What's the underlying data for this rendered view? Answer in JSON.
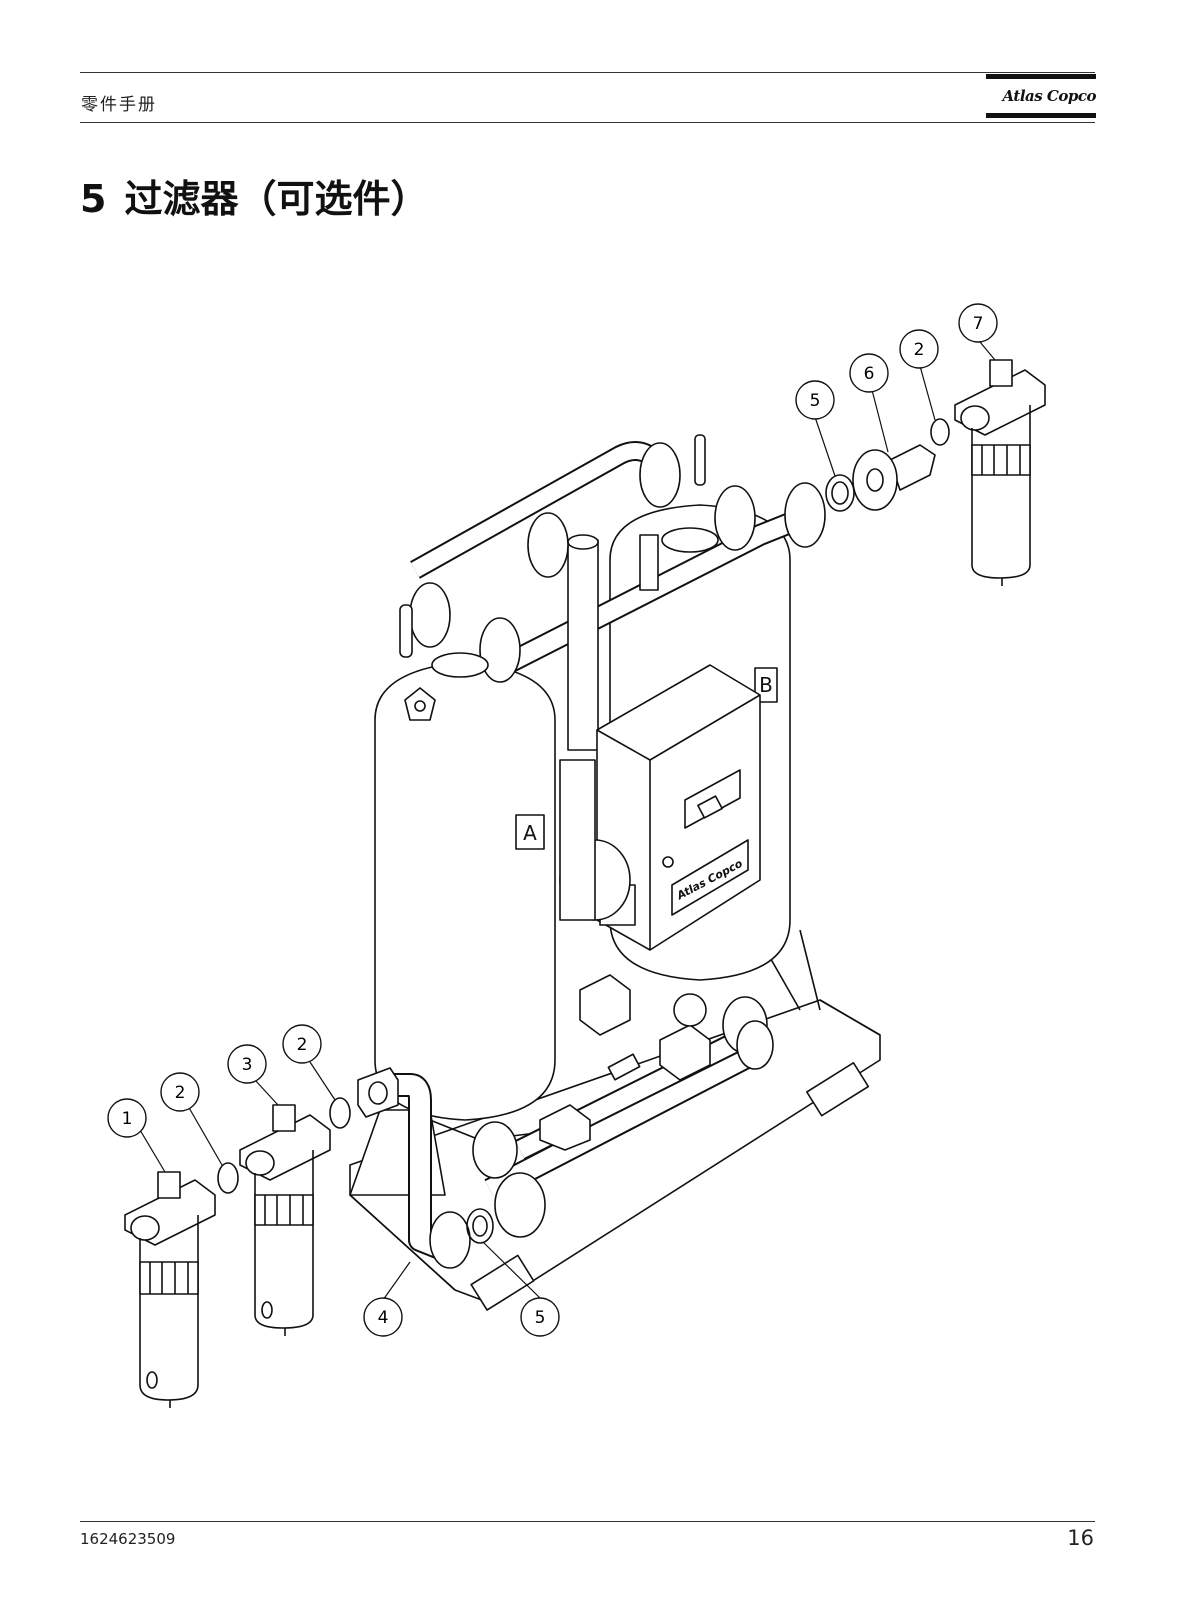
{
  "header": {
    "manual_label": "零件手册",
    "logo_text": "Atlas Copco"
  },
  "section": {
    "number": "5",
    "title": "过滤器（可选件）"
  },
  "diagram": {
    "vessel_labels": [
      "A",
      "B"
    ],
    "cabinet_logo_text": "Atlas Copco",
    "callouts": [
      {
        "id": "callout-1",
        "label": "1"
      },
      {
        "id": "callout-2a",
        "label": "2"
      },
      {
        "id": "callout-3",
        "label": "3"
      },
      {
        "id": "callout-2b",
        "label": "2"
      },
      {
        "id": "callout-4",
        "label": "4"
      },
      {
        "id": "callout-5a",
        "label": "5"
      },
      {
        "id": "callout-5b",
        "label": "5"
      },
      {
        "id": "callout-6",
        "label": "6"
      },
      {
        "id": "callout-2c",
        "label": "2"
      },
      {
        "id": "callout-7",
        "label": "7"
      }
    ]
  },
  "footer": {
    "document_number": "1624623509",
    "page_number": "16"
  }
}
